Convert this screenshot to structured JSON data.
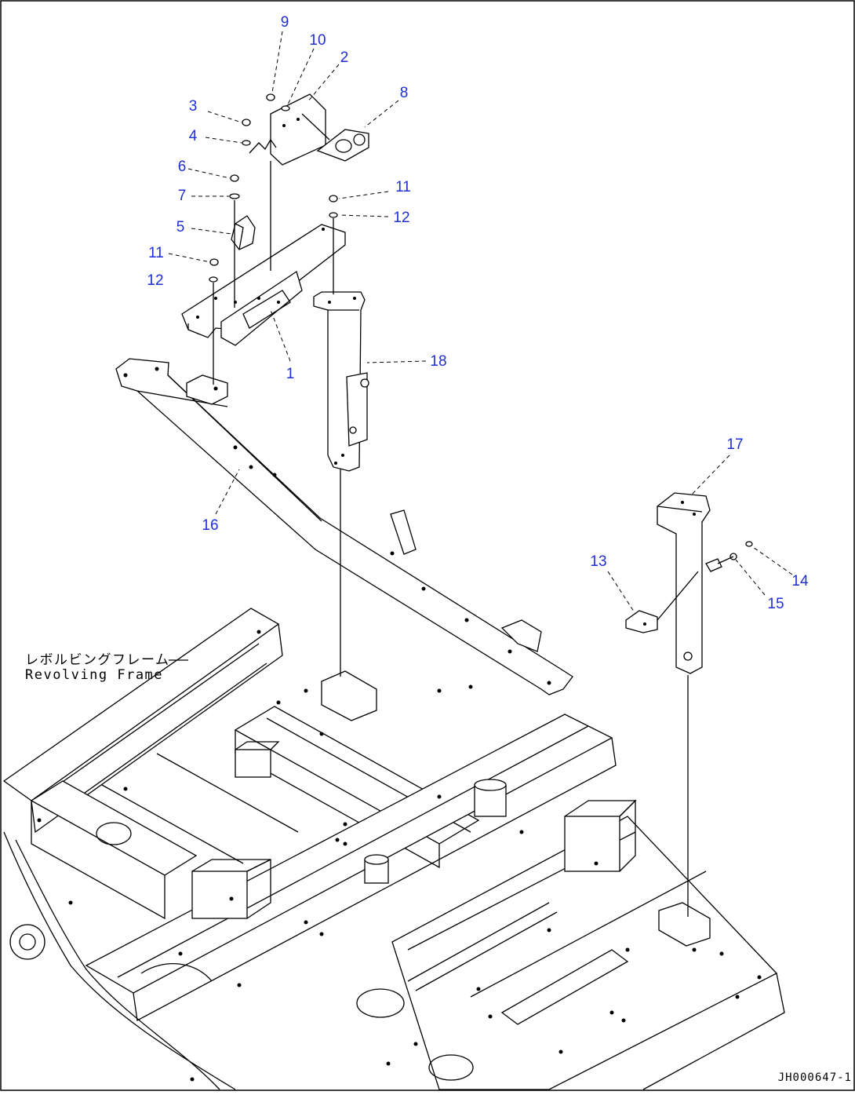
{
  "diagram": {
    "parts": [
      {
        "id": "part-1",
        "number": "1"
      },
      {
        "id": "part-2",
        "number": "2"
      },
      {
        "id": "part-3",
        "number": "3"
      },
      {
        "id": "part-4",
        "number": "4"
      },
      {
        "id": "part-5",
        "number": "5"
      },
      {
        "id": "part-6",
        "number": "6"
      },
      {
        "id": "part-7",
        "number": "7"
      },
      {
        "id": "part-8",
        "number": "8"
      },
      {
        "id": "part-9",
        "number": "9"
      },
      {
        "id": "part-10",
        "number": "10"
      },
      {
        "id": "part-11a",
        "number": "11"
      },
      {
        "id": "part-11b",
        "number": "11"
      },
      {
        "id": "part-12a",
        "number": "12"
      },
      {
        "id": "part-12b",
        "number": "12"
      },
      {
        "id": "part-13",
        "number": "13"
      },
      {
        "id": "part-14",
        "number": "14"
      },
      {
        "id": "part-15",
        "number": "15"
      },
      {
        "id": "part-16",
        "number": "16"
      },
      {
        "id": "part-17",
        "number": "17"
      },
      {
        "id": "part-18",
        "number": "18"
      }
    ],
    "frame_label_jp": "レボルビングフレーム",
    "frame_label_en": "Revolving Frame",
    "drawing_number": "JH000647-1",
    "label_color": "#1f2fd6"
  }
}
